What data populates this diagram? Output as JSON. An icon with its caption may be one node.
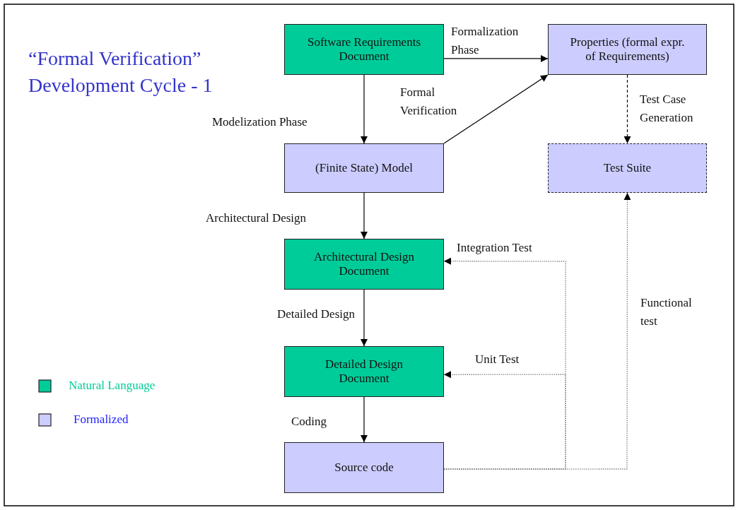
{
  "diagram": {
    "title": "“Formal Verification” Development Cycle - 1",
    "nodes": [
      {
        "text": [
          "Software Requirements Document"
        ]
      },
      {
        "text": [
          "Properties (formal expr. of Requirements)"
        ]
      },
      {
        "text": [
          "(Finite State) Model"
        ]
      },
      {
        "text": [
          "Test Suite"
        ]
      },
      {
        "text": [
          "Architectural Design Document"
        ]
      },
      {
        "text": [
          "Detailed Design Document"
        ]
      },
      {
        "text": [
          "Source code"
        ]
      }
    ],
    "edges": [
      {
        "from": 0,
        "to": 1,
        "arrow": "to",
        "label": "Formalization Phase"
      },
      {
        "from": 0,
        "to": 2,
        "arrow": "to",
        "label": "Modelization Phase"
      },
      {
        "from": 2,
        "to": 1,
        "arrow": "to",
        "label": "Formal Verification"
      },
      {
        "from": 1,
        "to": 3,
        "arrow": "to",
        "label": "Test Case Generation",
        "style": "dashed"
      },
      {
        "from": 2,
        "to": 4,
        "arrow": "to",
        "label": "Architectural Design"
      },
      {
        "from": 4,
        "to": 5,
        "arrow": "to",
        "label": "Detailed Design"
      },
      {
        "from": 5,
        "to": 6,
        "arrow": "to",
        "label": "Coding"
      },
      {
        "from": 6,
        "to": 4,
        "arrow": "to",
        "label": "Integration Test",
        "style": "dashed",
        "color": "#808080"
      },
      {
        "from": 6,
        "to": 5,
        "arrow": "to",
        "label": "Unit Test",
        "style": "dashed",
        "color": "#808080"
      },
      {
        "from": 6,
        "to": 3,
        "arrow": "to",
        "label": "Functional test",
        "style": "dashed",
        "color": "#808080"
      }
    ],
    "legend": [
      {
        "text": "Natural Language",
        "color": "#00cc99"
      },
      {
        "text": "Formalized",
        "color": "#ccccff"
      }
    ]
  }
}
